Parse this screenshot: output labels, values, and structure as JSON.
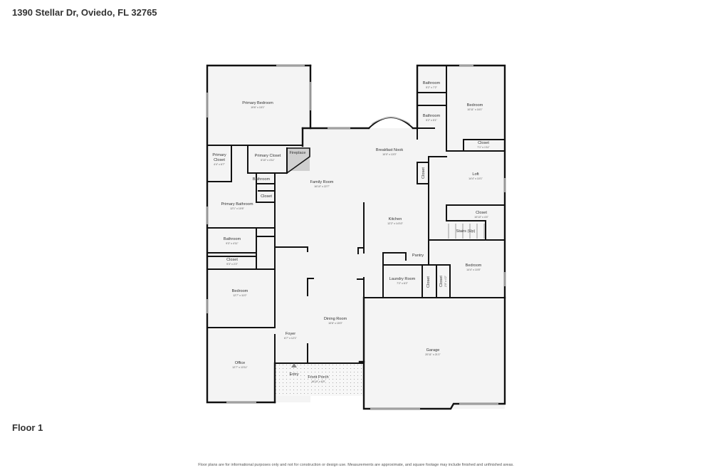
{
  "header": {
    "address": "1390 Stellar Dr, Oviedo, FL 32765"
  },
  "footer": {
    "floor_label": "Floor 1",
    "disclaimer": "Floor plans are for informational purposes only and not for construction or design use. Measurements are approximate, and square footage may include finished and unfinished areas."
  },
  "rooms": {
    "primary_bedroom": {
      "name": "Primary Bedroom",
      "dims": "19'6\" x 15'1\""
    },
    "primary_closet_left": {
      "name": "Primary",
      "name2": "Closet",
      "dims": "4'4\" x 6'7\""
    },
    "primary_closet": {
      "name": "Primary Closet",
      "dims": "6'10\" x 4'11\""
    },
    "fireplace": {
      "name": "Fireplace"
    },
    "bathroom_small": {
      "name": "Bathroom"
    },
    "closet_small": {
      "name": "Closet"
    },
    "primary_bathroom": {
      "name": "Primary Bathroom",
      "dims": "12'1\" x 10'6\""
    },
    "bathroom_left": {
      "name": "Bathroom",
      "dims": "9'3\" x 4'11\""
    },
    "closet_left": {
      "name": "Closet",
      "dims": "9'3\" x 2'2\""
    },
    "bedroom_left": {
      "name": "Bedroom",
      "dims": "12'7\" x 11'0\""
    },
    "office": {
      "name": "Office",
      "dims": "12'7\" x 13'11\""
    },
    "family_room": {
      "name": "Family Room",
      "dims": "16'10\" x 22'7\""
    },
    "breakfast_nook": {
      "name": "Breakfast Nook",
      "dims": "10'0\" x 13'0\""
    },
    "kitchen": {
      "name": "Kitchen",
      "dims": "12'2\" x 14'10\""
    },
    "pantry": {
      "name": "Pantry"
    },
    "laundry_room": {
      "name": "Laundry Room",
      "dims": "7'2\" x 6'2\""
    },
    "closet_laundry": {
      "name": "Closet"
    },
    "closet_vertical": {
      "name": "Closet",
      "dims": "2'0\" x 4'2\""
    },
    "dining_room": {
      "name": "Dining Room",
      "dims": "10'6\" x 15'0\""
    },
    "foyer": {
      "name": "Foyer",
      "dims": "6'7\" x 12'1\""
    },
    "entry": {
      "name": "Entry"
    },
    "front_porch": {
      "name": "Front Porch",
      "dims": "16'10\" x 6'5\""
    },
    "garage": {
      "name": "Garage",
      "dims": "20'11\" x 21'1\""
    },
    "bathroom_tr1": {
      "name": "Bathroom",
      "dims": "5'2\" x 7'2\""
    },
    "bathroom_tr2": {
      "name": "Bathroom",
      "dims": "5'2\" x 5'1\""
    },
    "bedroom_tr": {
      "name": "Bedroom",
      "dims": "10'11\" x 16'1\""
    },
    "closet_tr": {
      "name": "Closet",
      "dims": "7'1\" x 1'11\""
    },
    "loft": {
      "name": "Loft",
      "dims": "14'4\" x 10'1\""
    },
    "closet_right_vert": {
      "name": "Closet"
    },
    "closet_stairs": {
      "name": "Closet",
      "dims": "10'10\" x 4'4\""
    },
    "stairs": {
      "name": "Stairs (Up)"
    },
    "bedroom_right": {
      "name": "Bedroom",
      "dims": "14'4\" x 10'8\""
    }
  }
}
